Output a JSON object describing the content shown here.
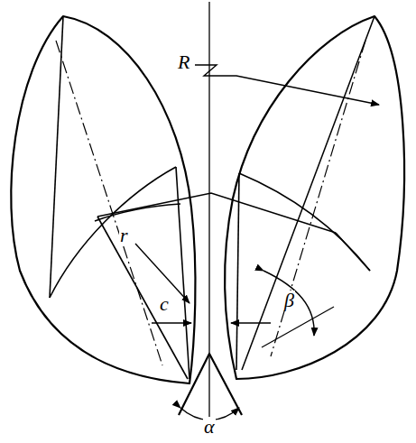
{
  "diagram": {
    "labels": [
      "R",
      "r",
      "c",
      "β",
      "α"
    ]
  }
}
